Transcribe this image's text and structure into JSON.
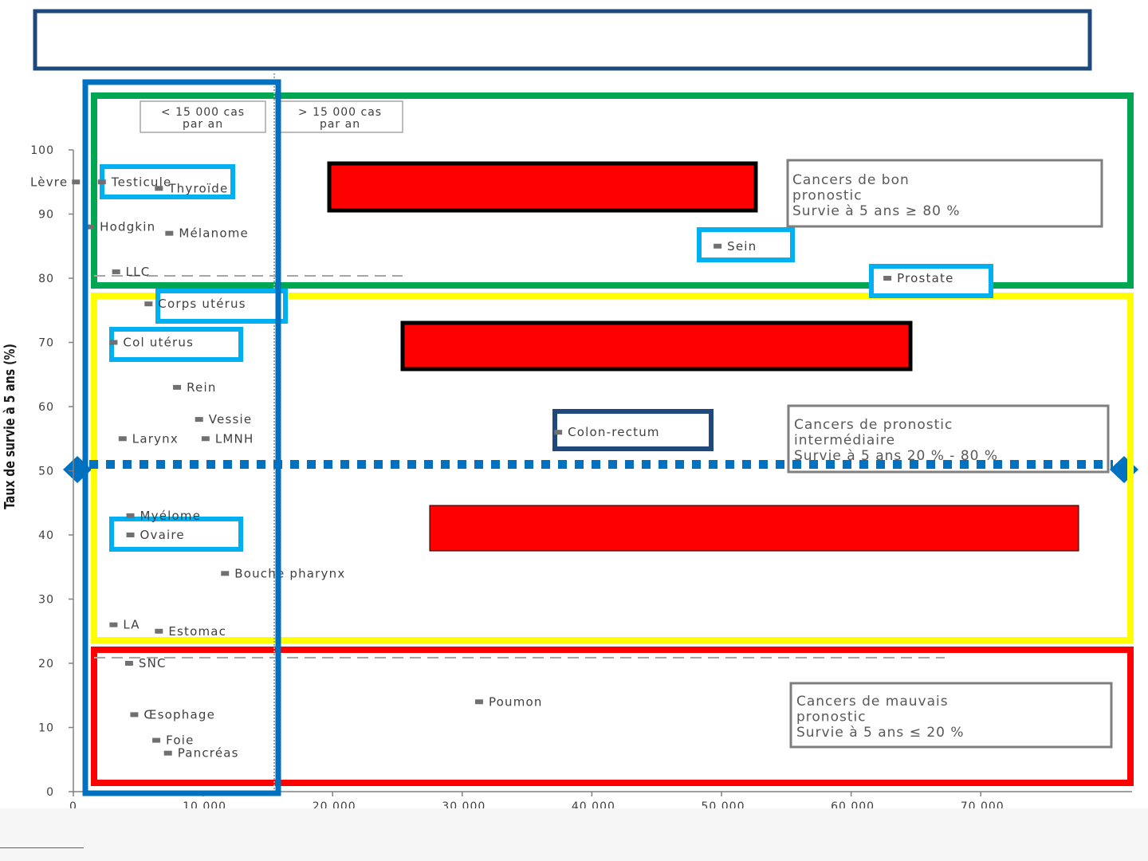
{
  "chart_data": {
    "type": "scatter",
    "title": "",
    "xlabel": "",
    "ylabel": "Taux de survie à 5 ans (%)",
    "xlim": [
      0,
      80000
    ],
    "ylim": [
      0,
      100
    ],
    "x_ticks": [
      {
        "value": 0,
        "label": "0"
      },
      {
        "value": 10000,
        "label": "10 000"
      },
      {
        "value": 20000,
        "label": "20 000"
      },
      {
        "value": 30000,
        "label": "30 000"
      },
      {
        "value": 40000,
        "label": "40 000"
      },
      {
        "value": 50000,
        "label": "50 000"
      },
      {
        "value": 60000,
        "label": "60 000"
      },
      {
        "value": 70000,
        "label": "70 000"
      }
    ],
    "y_ticks": [
      {
        "value": 0,
        "label": "0"
      },
      {
        "value": 10,
        "label": "10"
      },
      {
        "value": 20,
        "label": "20"
      },
      {
        "value": 30,
        "label": "30"
      },
      {
        "value": 40,
        "label": "40"
      },
      {
        "value": 50,
        "label": "50"
      },
      {
        "value": 60,
        "label": "60"
      },
      {
        "value": 70,
        "label": "70"
      },
      {
        "value": 80,
        "label": "80"
      },
      {
        "value": 90,
        "label": "90"
      },
      {
        "value": 100,
        "label": "100"
      }
    ],
    "threshold_x": 15500,
    "threshold_labels": [
      {
        "text": "< 15 000 cas\npar an",
        "side": "left"
      },
      {
        "text": "> 15 000 cas\npar an",
        "side": "right"
      }
    ],
    "series": [
      {
        "values": [
          {
            "label": "Lèvre",
            "x": 200,
            "y": 95
          },
          {
            "label": "Testicule",
            "x": 2200,
            "y": 95
          },
          {
            "label": "Thyroïde",
            "x": 6600,
            "y": 94
          },
          {
            "label": "Hodgkin",
            "x": 1300,
            "y": 88
          },
          {
            "label": "Mélanome",
            "x": 7400,
            "y": 87
          },
          {
            "label": "Sein",
            "x": 49700,
            "y": 85
          },
          {
            "label": "LLC",
            "x": 3300,
            "y": 81
          },
          {
            "label": "Prostate",
            "x": 62800,
            "y": 80
          },
          {
            "label": "Corps utérus",
            "x": 5800,
            "y": 76
          },
          {
            "label": "Col utérus",
            "x": 3100,
            "y": 70
          },
          {
            "label": "Rein",
            "x": 8000,
            "y": 63
          },
          {
            "label": "Vessie",
            "x": 9700,
            "y": 58
          },
          {
            "label": "Colon-rectum",
            "x": 37400,
            "y": 56
          },
          {
            "label": "Larynx",
            "x": 3800,
            "y": 55
          },
          {
            "label": "LMNH",
            "x": 10200,
            "y": 55
          },
          {
            "label": "Myélome",
            "x": 4400,
            "y": 43
          },
          {
            "label": "Ovaire",
            "x": 4400,
            "y": 40
          },
          {
            "label": "Bouche pharynx",
            "x": 11700,
            "y": 34
          },
          {
            "label": "LA",
            "x": 3100,
            "y": 26
          },
          {
            "label": "Estomac",
            "x": 6600,
            "y": 25
          },
          {
            "label": "SNC",
            "x": 4300,
            "y": 20
          },
          {
            "label": "Poumon",
            "x": 31300,
            "y": 14
          },
          {
            "label": "Œsophage",
            "x": 4700,
            "y": 12
          },
          {
            "label": "Foie",
            "x": 6400,
            "y": 8
          },
          {
            "label": "Pancréas",
            "x": 7300,
            "y": 6
          }
        ]
      }
    ],
    "reference_lines": [
      {
        "y": 80,
        "style": "dashed"
      },
      {
        "y": 20.5,
        "style": "dashed"
      },
      {
        "y": 50,
        "style": "dotted-bold"
      }
    ],
    "zones": [
      {
        "name": "bon",
        "color": "#00a651",
        "y_range": [
          80,
          100
        ],
        "label": "Cancers de bon\npronostic\nSurvie à 5 ans ≥ 80 %"
      },
      {
        "name": "intermediaire",
        "color": "#ffff00",
        "y_range": [
          20,
          80
        ],
        "label": "Cancers de pronostic\nintermédiaire\nSurvie à 5 ans 20 % - 80 %"
      },
      {
        "name": "mauvais",
        "color": "#ff0000",
        "y_range": [
          0,
          20
        ],
        "label": "Cancers de mauvais\npronostic\nSurvie à 5 ans ≤ 20 %"
      }
    ],
    "highlighted_labels": [
      "Testicule",
      "Sein",
      "Prostate",
      "Corps utérus",
      "Col utérus",
      "Colon-rectum",
      "Ovaire"
    ],
    "grid": false,
    "colors": {
      "marker": "#707070",
      "text": "#404040",
      "highlight": "#00b0f0",
      "dark_highlight": "#1f497d",
      "blue_frame": "#0070c0",
      "redact": "#ff0000",
      "title_frame": "#1f497d"
    }
  }
}
